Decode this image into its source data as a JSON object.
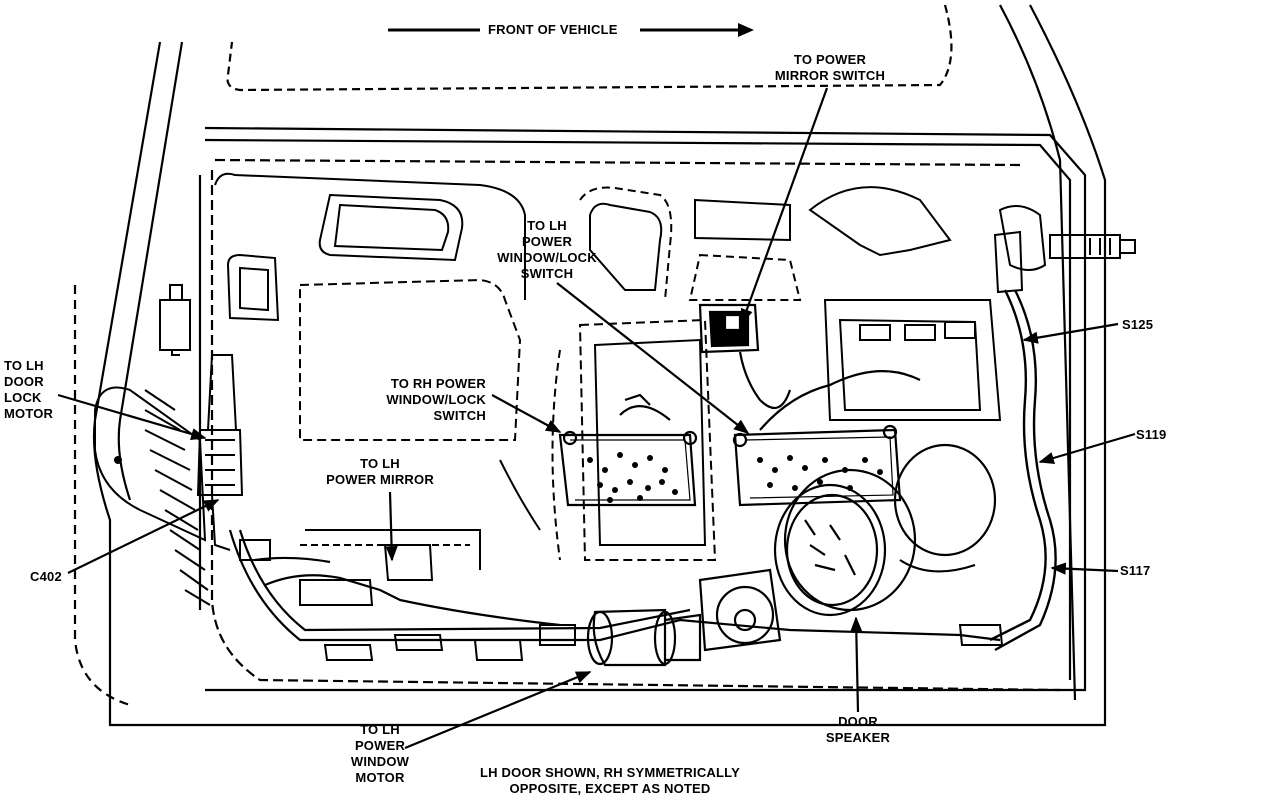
{
  "header": {
    "front_of_vehicle": "FRONT OF VEHICLE"
  },
  "labels": {
    "power_mirror_switch": [
      "TO POWER",
      "MIRROR SWITCH"
    ],
    "lh_window_lock_switch": [
      "TO LH",
      "POWER",
      "WINDOW/LOCK",
      "SWITCH"
    ],
    "rh_window_lock_switch": [
      "TO RH POWER",
      "WINDOW/LOCK",
      "SWITCH"
    ],
    "lh_power_mirror": [
      "TO LH",
      "POWER MIRROR"
    ],
    "lh_door_lock_motor": [
      "TO LH",
      "DOOR",
      "LOCK",
      "MOTOR"
    ],
    "c402": "C402",
    "lh_power_window_motor": [
      "TO LH",
      "POWER",
      "WINDOW",
      "MOTOR"
    ],
    "door_speaker": [
      "DOOR",
      "SPEAKER"
    ],
    "s125": "S125",
    "s119": "S119",
    "s117": "S117"
  },
  "footnote": [
    "LH DOOR SHOWN, RH SYMMETRICALLY",
    "OPPOSITE, EXCEPT AS NOTED"
  ]
}
